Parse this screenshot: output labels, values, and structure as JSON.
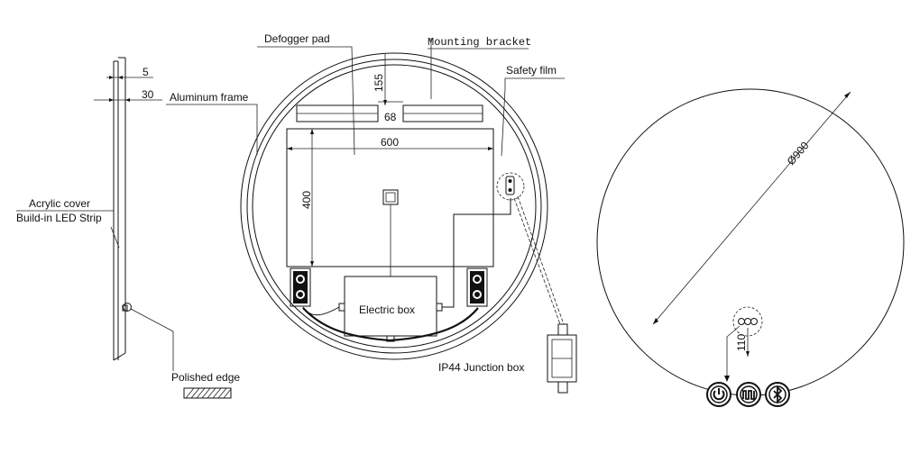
{
  "side_view": {
    "dim_edge": "5",
    "dim_depth": "30",
    "acrylic_cover": "Acrylic cover",
    "led_strip": "Build-in LED Strip",
    "polished_edge": "Polished edge"
  },
  "back_view": {
    "defogger_pad": "Defogger pad",
    "mounting_bracket": "Mounting bracket",
    "safety_film": "Safety film",
    "aluminum_frame": "Aluminum frame",
    "dim_top": "155",
    "dim_gap": "68",
    "dim_width": "600",
    "dim_height": "400",
    "electric_box": "Electric box",
    "junction_box": "IP44 Junction box"
  },
  "front_view": {
    "diameter": "Ø900",
    "dim_button": "110",
    "icons": [
      "power-icon",
      "defogger-icon",
      "bluetooth-icon"
    ]
  }
}
